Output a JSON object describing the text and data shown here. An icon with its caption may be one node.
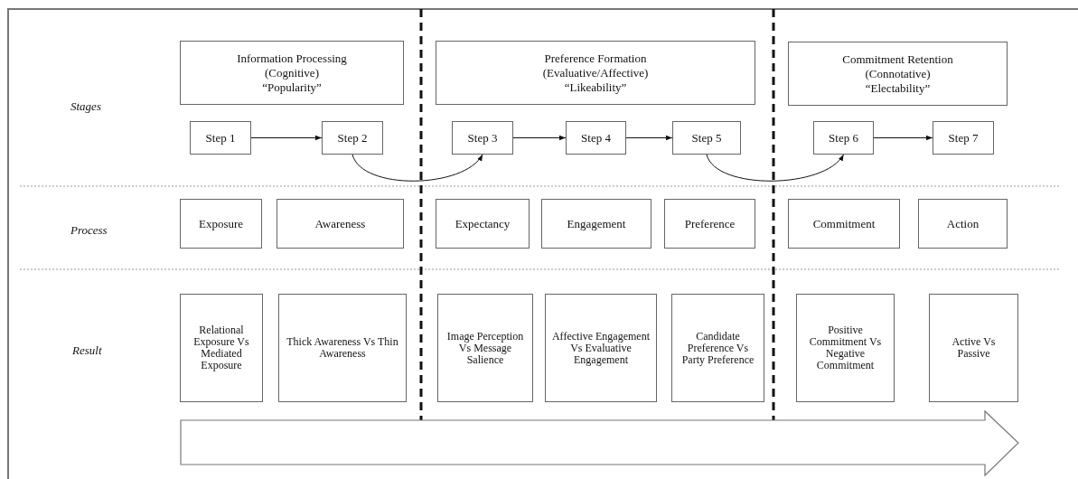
{
  "diagram": {
    "nodes": [
      {
        "text": [
          "Information Processing",
          "(Cognitive)",
          "“Popularity”"
        ]
      },
      {
        "text": [
          "Preference Formation",
          "(Evaluative/Affective)",
          "“Likeability”"
        ]
      },
      {
        "text": [
          "Commitment Retention",
          "(Connotative)",
          "“Electability”"
        ]
      },
      {
        "text": [
          "Step 1"
        ]
      },
      {
        "text": [
          "Step 2"
        ]
      },
      {
        "text": [
          "Step 3"
        ]
      },
      {
        "text": [
          "Step 4"
        ]
      },
      {
        "text": [
          "Step 5"
        ]
      },
      {
        "text": [
          "Step 6"
        ]
      },
      {
        "text": [
          "Step 7"
        ]
      },
      {
        "text": [
          "Exposure"
        ]
      },
      {
        "text": [
          "Awareness"
        ]
      },
      {
        "text": [
          "Expectancy"
        ]
      },
      {
        "text": [
          "Engagement"
        ]
      },
      {
        "text": [
          "Preference"
        ]
      },
      {
        "text": [
          "Commitment"
        ]
      },
      {
        "text": [
          "Action"
        ]
      },
      {
        "text": [
          "Relational Exposure Vs Mediated Exposure"
        ]
      },
      {
        "text": [
          "Thick Awareness Vs Thin Awareness"
        ]
      },
      {
        "text": [
          "Image Perception Vs Message Salience"
        ]
      },
      {
        "text": [
          "Affective Engagement Vs Evaluative Engagement"
        ]
      },
      {
        "text": [
          "Candidate Preference Vs Party Preference"
        ]
      },
      {
        "text": [
          "Positive Commitment Vs Negative Commitment"
        ]
      },
      {
        "text": [
          "Active Vs Passive"
        ]
      }
    ],
    "edges": [
      {
        "from": 3,
        "to": 4,
        "arrow": "to"
      },
      {
        "from": 4,
        "to": 5,
        "arrow": "to"
      },
      {
        "from": 5,
        "to": 6,
        "arrow": "to"
      },
      {
        "from": 6,
        "to": 7,
        "arrow": "to"
      },
      {
        "from": 7,
        "to": 8,
        "arrow": "to"
      },
      {
        "from": 8,
        "to": 9,
        "arrow": "to"
      }
    ],
    "labels": [
      "Stages",
      "Process",
      "Result"
    ]
  }
}
